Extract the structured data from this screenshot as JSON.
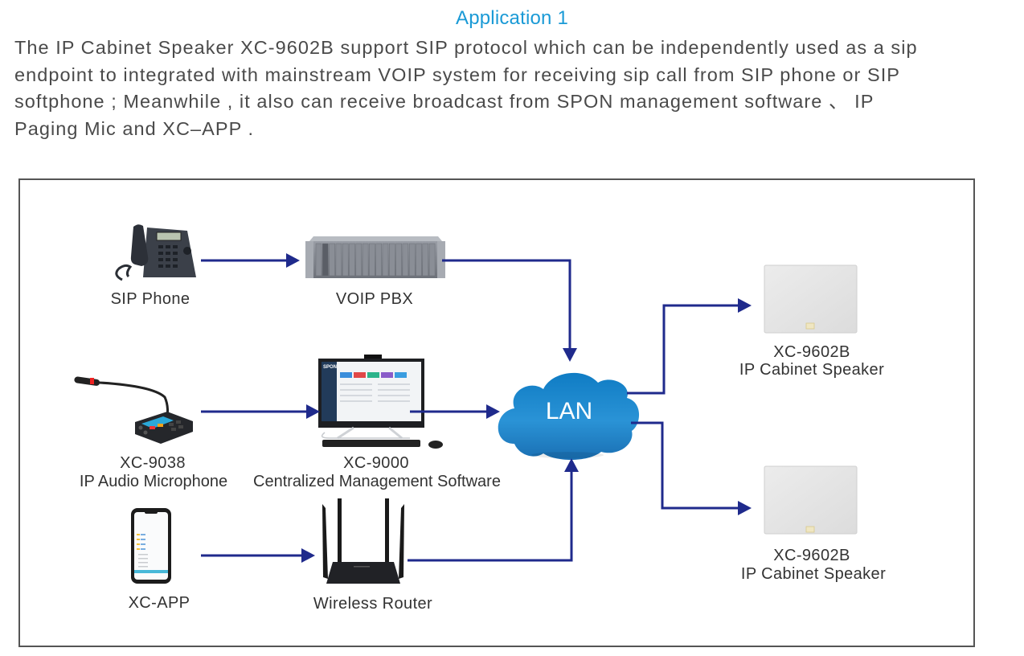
{
  "header": {
    "title": "Application 1",
    "paragraph_lines": [
      "The IP Cabinet Speaker XC-9602B support SIP protocol which can be independently used as a sip",
      "endpoint to integrated with mainstream VOIP system for receiving sip call from SIP phone or SIP",
      "softphone ; Meanwhile , it also can receive broadcast from SPON management software 、 IP",
      "Paging Mic and XC–APP ."
    ]
  },
  "colors": {
    "title": "#1a9ad6",
    "connector": "#1f2a8c",
    "cloud": "#1e86c8",
    "frame": "#555555"
  },
  "nodes": {
    "sip_phone": {
      "label": "SIP Phone",
      "icon": "desk-phone-icon"
    },
    "voip_pbx": {
      "label": "VOIP PBX",
      "icon": "rack-server-icon"
    },
    "mic": {
      "model": "XC-9038",
      "label": "IP Audio Microphone",
      "icon": "paging-microphone-icon"
    },
    "software": {
      "model": "XC-9000",
      "label": "Centralized Management Software",
      "icon": "desktop-computer-icon",
      "screen_brand": "SPON"
    },
    "app": {
      "label": "XC-APP",
      "icon": "smartphone-icon"
    },
    "router": {
      "label": "Wireless Router",
      "icon": "wifi-router-icon"
    },
    "lan": {
      "label": "LAN",
      "icon": "cloud-icon"
    },
    "speaker_1": {
      "model": "XC-9602B",
      "label": "IP Cabinet Speaker",
      "icon": "ceiling-speaker-icon"
    },
    "speaker_2": {
      "model": "XC-9602B",
      "label": "IP Cabinet Speaker",
      "icon": "ceiling-speaker-icon"
    }
  },
  "connections": [
    {
      "from": "sip_phone",
      "to": "voip_pbx"
    },
    {
      "from": "voip_pbx",
      "to": "lan"
    },
    {
      "from": "mic",
      "to": "software"
    },
    {
      "from": "software",
      "to": "lan"
    },
    {
      "from": "app",
      "to": "router"
    },
    {
      "from": "router",
      "to": "lan"
    },
    {
      "from": "lan",
      "to": "speaker_1"
    },
    {
      "from": "lan",
      "to": "speaker_2"
    }
  ]
}
